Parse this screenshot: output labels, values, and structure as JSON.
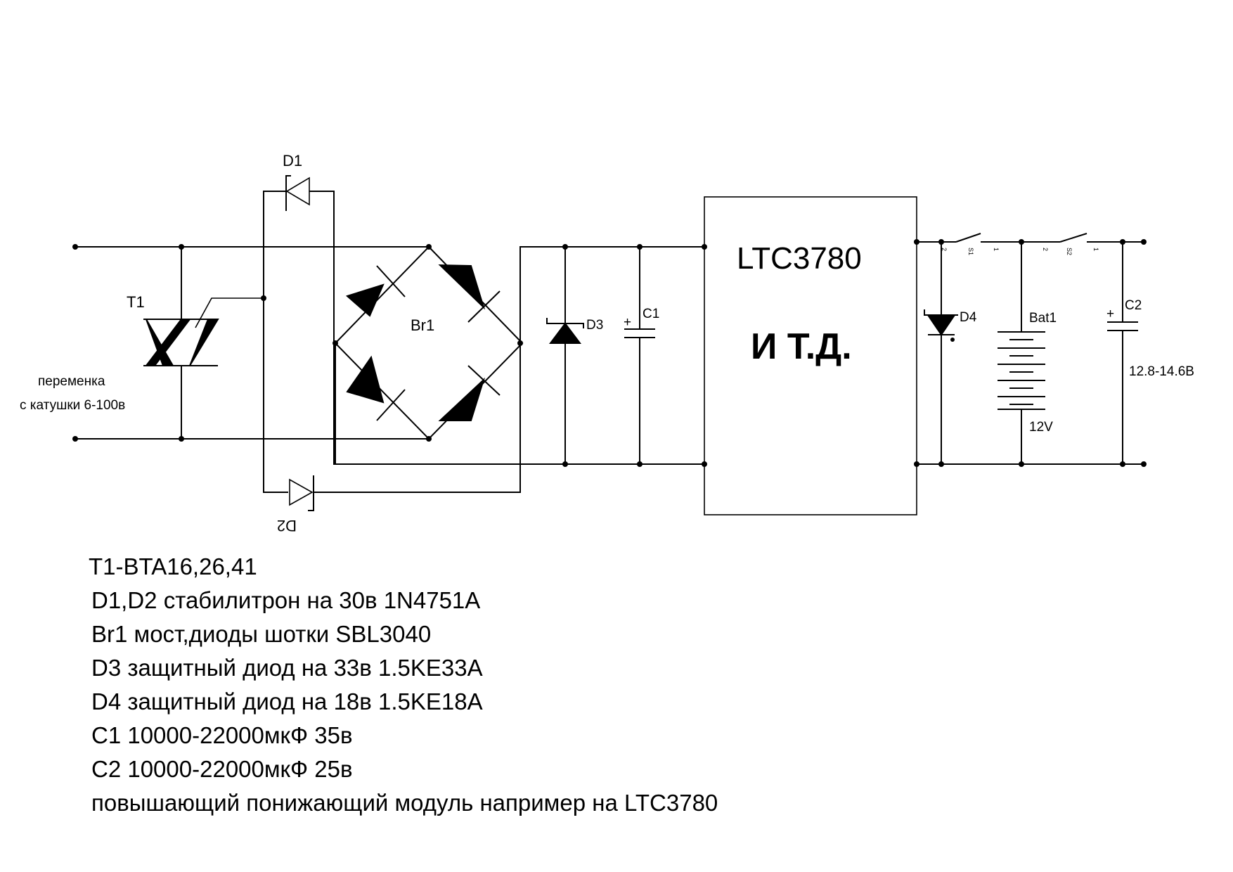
{
  "labels": {
    "t1": "T1",
    "d1": "D1",
    "d2": "D2",
    "br1": "Br1",
    "d3": "D3",
    "c1": "C1",
    "d4": "D4",
    "bat1": "Bat1",
    "bat_voltage": "12V",
    "c2": "C2",
    "s1": "S1",
    "s2": "S2",
    "pin_1": "1",
    "pin_2": "2",
    "plus": "+",
    "input_line1": "переменка",
    "input_line2": "с катушки 6-100в",
    "output_range": "12.8-14.6В"
  },
  "module": {
    "name": "LTC3780",
    "etc": "И Т.Д."
  },
  "notes": [
    "T1-BTA16,26,41",
    "D1,D2 стабилитрон на 30в 1N4751A",
    "Br1 мост,диоды шотки SBL3040",
    "D3 защитный диод на 33в 1.5KE33A",
    "D4 защитный диод на 18в 1.5KE18A",
    "C1 10000-22000мкФ 35в",
    "C2 10000-22000мкФ 25в",
    "повышающий понижающий модуль например на LTC3780"
  ]
}
